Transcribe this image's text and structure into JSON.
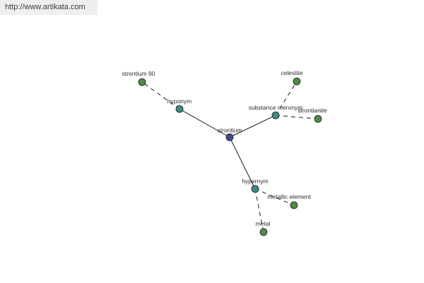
{
  "watermark": {
    "url": "http://www.artikata.com"
  },
  "colors": {
    "root": "#3f4b8e",
    "relation": "#3f8a86",
    "leaf": "#4f8a45",
    "node_stroke": "#1f1f1f",
    "edge": "#1a1a1a"
  },
  "graph": {
    "nodes": [
      {
        "id": "strontium",
        "label": "strontium",
        "kind": "root"
      },
      {
        "id": "hyponym",
        "label": "hyponym",
        "kind": "relation"
      },
      {
        "id": "substance-meronym",
        "label": "substance meronym",
        "kind": "relation"
      },
      {
        "id": "hypernym",
        "label": "hypernym",
        "kind": "relation"
      },
      {
        "id": "strontium-90",
        "label": "strontium 90",
        "kind": "leaf"
      },
      {
        "id": "celestite",
        "label": "celestite",
        "kind": "leaf"
      },
      {
        "id": "strontianite",
        "label": "strontianite",
        "kind": "leaf"
      },
      {
        "id": "metallic-element",
        "label": "metallic element",
        "kind": "leaf"
      },
      {
        "id": "metal",
        "label": "metal",
        "kind": "leaf"
      }
    ],
    "edges": [
      {
        "from": "strontium",
        "to": "hyponym",
        "style": "solid"
      },
      {
        "from": "strontium",
        "to": "substance-meronym",
        "style": "solid"
      },
      {
        "from": "strontium",
        "to": "hypernym",
        "style": "solid"
      },
      {
        "from": "hyponym",
        "to": "strontium-90",
        "style": "dashed"
      },
      {
        "from": "substance-meronym",
        "to": "celestite",
        "style": "dashed"
      },
      {
        "from": "substance-meronym",
        "to": "strontianite",
        "style": "dashed"
      },
      {
        "from": "hypernym",
        "to": "metallic-element",
        "style": "dashed"
      },
      {
        "from": "hypernym",
        "to": "metal",
        "style": "dashed"
      }
    ]
  }
}
